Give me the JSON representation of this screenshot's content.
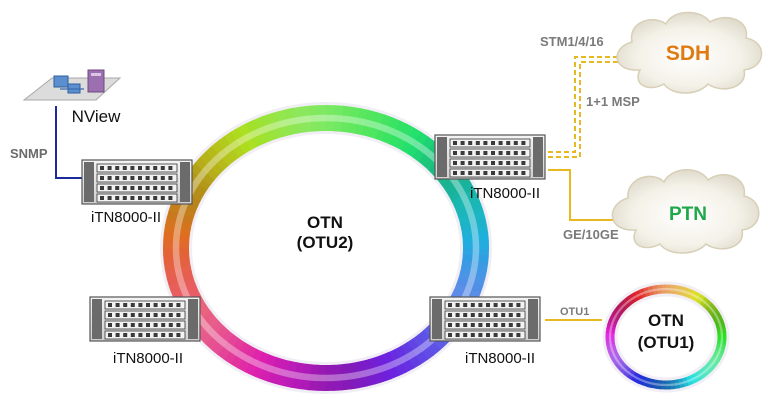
{
  "diagram": {
    "ring_main": {
      "label_top": "OTN",
      "label_bottom": "(OTU2)"
    },
    "ring_small": {
      "label_top": "OTN",
      "label_bottom": "(OTU1)"
    },
    "nms": {
      "label": "NView"
    },
    "nodes": [
      {
        "label": "iTN8000-II"
      },
      {
        "label": "iTN8000-II"
      },
      {
        "label": "iTN8000-II"
      },
      {
        "label": "iTN8000-II"
      }
    ],
    "links": {
      "snmp": "SNMP",
      "stm": "STM1/4/16",
      "msp": "1+1 MSP",
      "ge": "GE/10GE",
      "otu1": "OTU1"
    },
    "clouds": {
      "sdh": {
        "label": "SDH",
        "color": "#e07b12"
      },
      "ptn": {
        "label": "PTN",
        "color": "#1fa84a"
      }
    },
    "colors": {
      "snmp_line": "#1a2a9a",
      "trunk_line": "#e8b820"
    }
  }
}
